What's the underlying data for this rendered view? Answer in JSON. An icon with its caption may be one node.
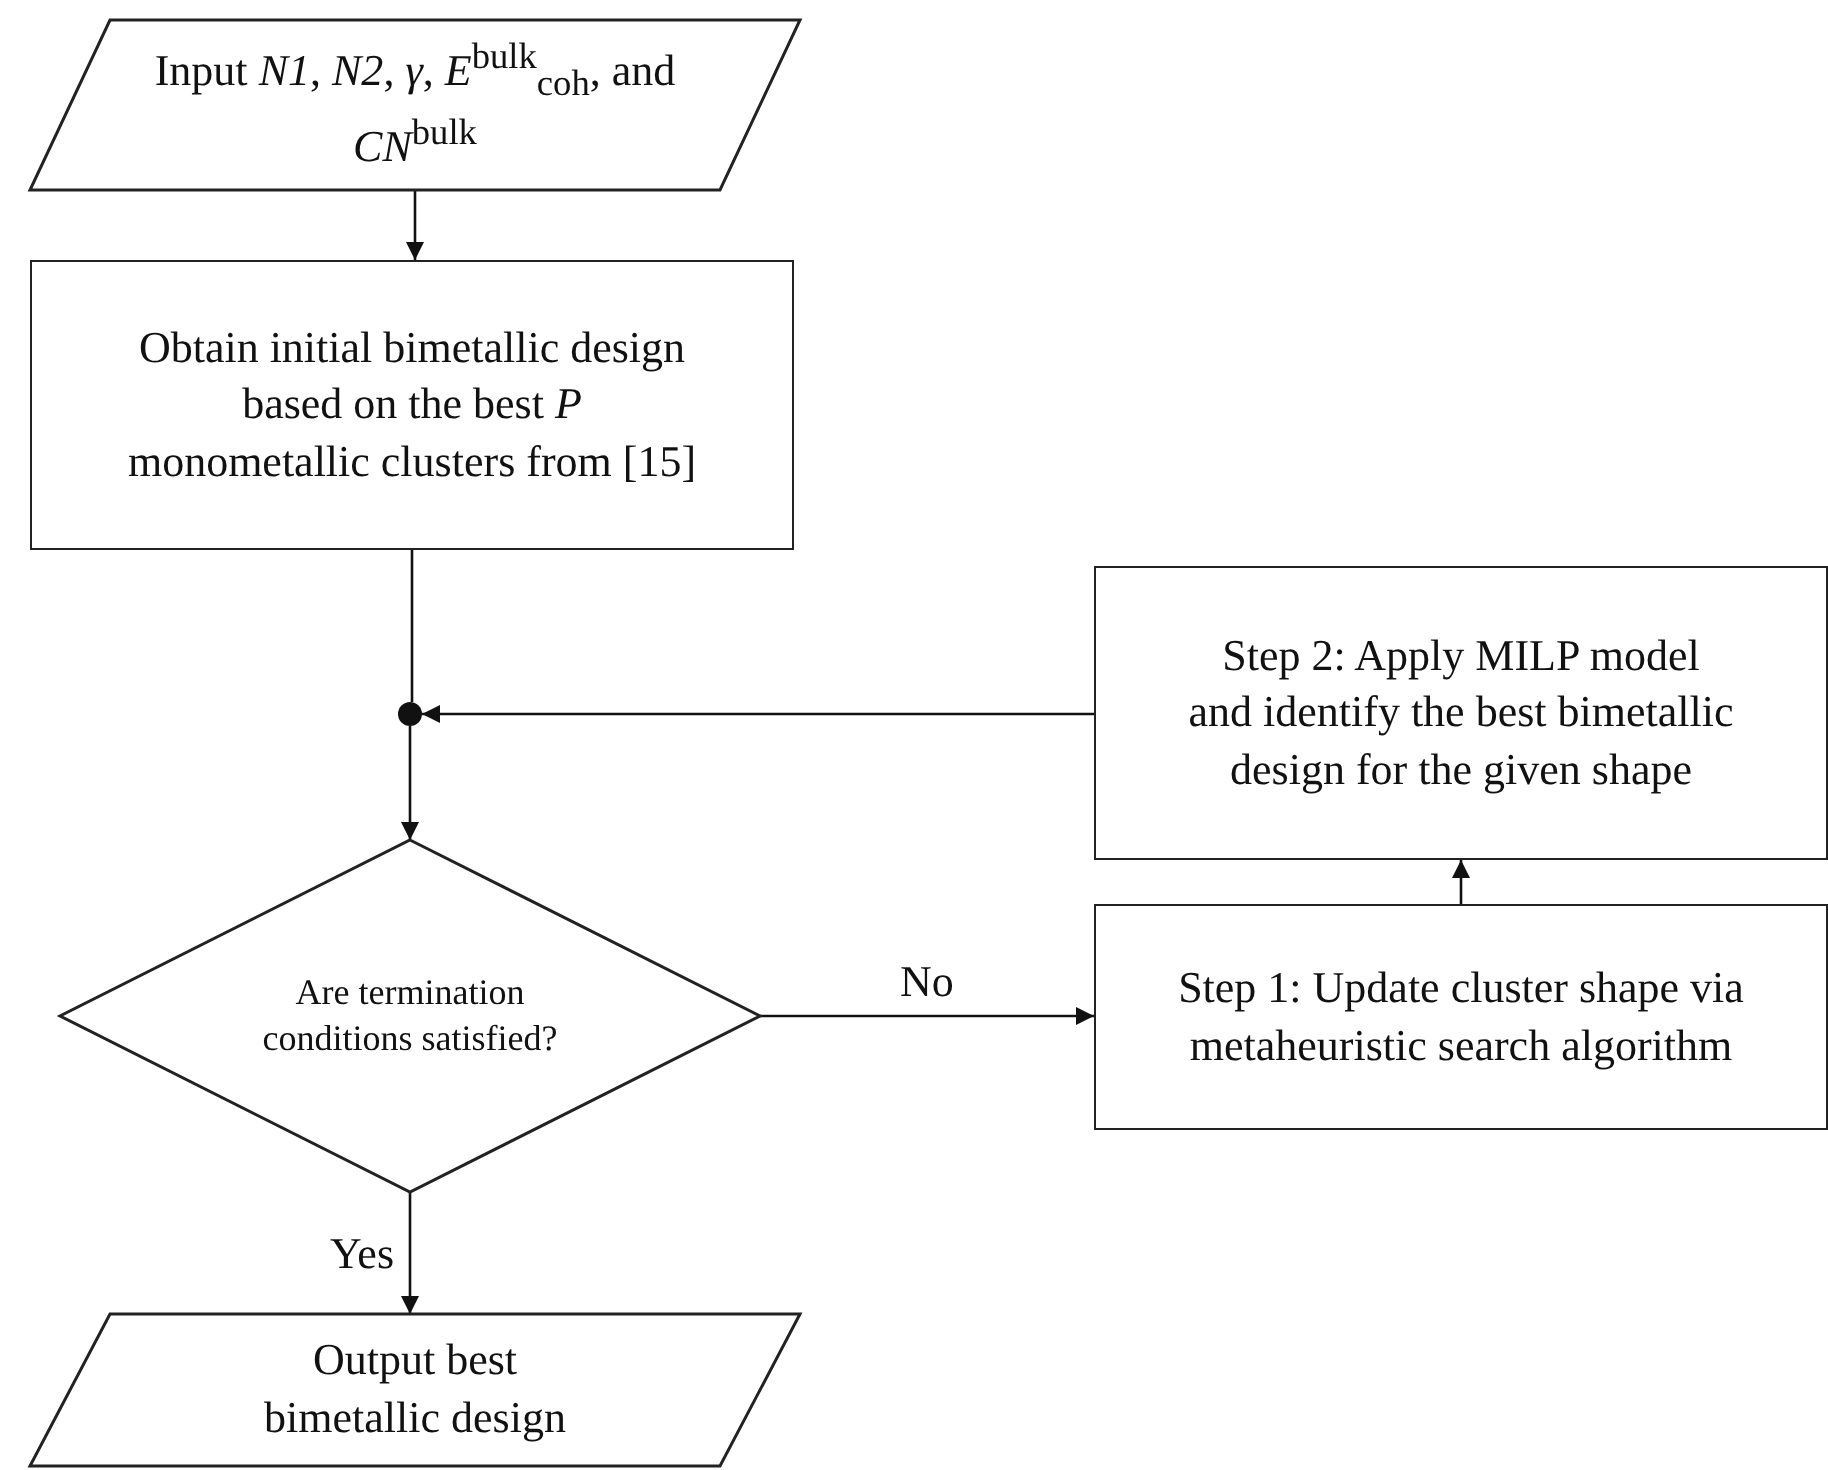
{
  "diagram": {
    "nodes": [
      {
        "text": [
          "Input *N1*, *N2*, *γ*, *E*$^{bulk}$$_{coh}$, and *CN*$^{bulk}$"
        ]
      },
      {
        "text": [
          "Obtain initial bimetallic design based on the best *P* monometallic clusters from [15]"
        ]
      },
      {
        "text": [],
        "shape": "circle"
      },
      {
        "text": [
          "Are termination conditions satisfied?"
        ]
      },
      {
        "text": [
          "Step 1: Update cluster shape via metaheuristic search algorithm"
        ]
      },
      {
        "text": [
          "Step 2: Apply MILP model and identify the best bimetallic design for the given shape"
        ]
      },
      {
        "text": [
          "Output best bimetallic design"
        ]
      }
    ],
    "edges": [
      {
        "from": 0,
        "to": 1,
        "arrow": "to"
      },
      {
        "from": 1,
        "to": 2,
        "arrow": "none"
      },
      {
        "from": 2,
        "to": 3,
        "arrow": "to"
      },
      {
        "from": 3,
        "to": 4,
        "arrow": "to",
        "label": "No"
      },
      {
        "from": 4,
        "to": 5,
        "arrow": "to"
      },
      {
        "from": 5,
        "to": 2,
        "arrow": "to"
      },
      {
        "from": 3,
        "to": 6,
        "arrow": "to",
        "label": "Yes"
      }
    ]
  }
}
